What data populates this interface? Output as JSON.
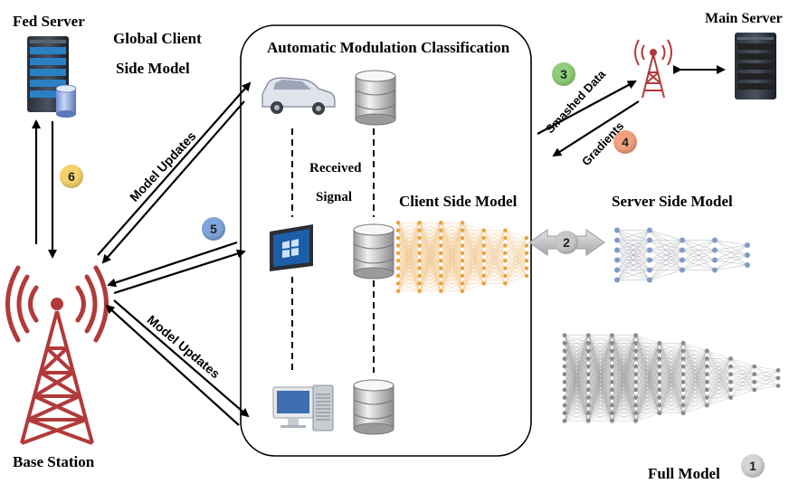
{
  "labels": {
    "fed_server": "Fed Server",
    "global_client_line1": "Global Client",
    "global_client_line2": "Side Model",
    "amc_title": "Automatic Modulation Classification",
    "received_line1": "Received",
    "received_line2": "Signal",
    "client_side_model": "Client Side Model",
    "server_side_model": "Server Side Model",
    "main_server": "Main Server",
    "smashed_data": "Smashed Data",
    "gradients": "Gradients",
    "model_updates_upper": "Model Updates",
    "model_updates_lower": "Model Updates",
    "base_station": "Base Station",
    "full_model": "Full Model"
  },
  "steps": [
    {
      "number": "1",
      "color": "#d4d4d4"
    },
    {
      "number": "2",
      "color": "#c8c8c8"
    },
    {
      "number": "3",
      "color": "#8fce7a"
    },
    {
      "number": "4",
      "color": "#f4a07f"
    },
    {
      "number": "5",
      "color": "#7ea6dc"
    },
    {
      "number": "6",
      "color": "#f5d36b"
    }
  ],
  "colors": {
    "client_net": "#e8a23a",
    "server_net_node": "#7f9cc8",
    "full_net_node": "#8a8a8a",
    "tower": "#b23a3a"
  },
  "icons": [
    "server-icon",
    "database-icon",
    "car-icon",
    "tablet-icon",
    "desktop-computer-icon",
    "radio-tower-icon",
    "transmission-tower-icon",
    "neural-network-icon"
  ]
}
